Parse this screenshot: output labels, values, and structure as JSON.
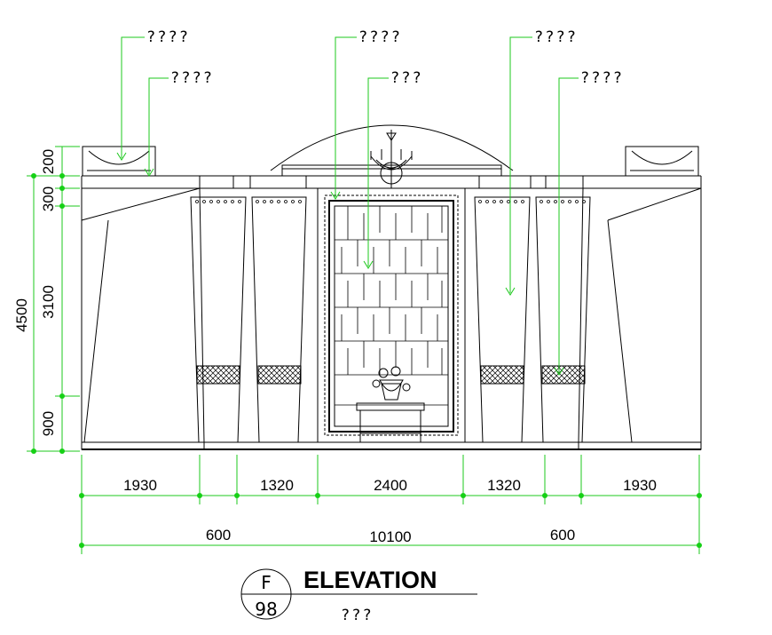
{
  "drawing": {
    "title": "ELEVATION",
    "subtitle": "???",
    "ref_top": "F",
    "ref_bottom": "98",
    "callouts": [
      "????",
      "????",
      "????",
      "???",
      "????",
      "????"
    ],
    "dims_horizontal_row1": [
      "1930",
      "1320",
      "2400",
      "1320",
      "1930"
    ],
    "dims_horizontal_row2_left": "600",
    "dims_horizontal_row2_total": "10100",
    "dims_horizontal_row2_right": "600",
    "dims_vertical_inner": [
      "200",
      "300",
      "3100",
      "900"
    ],
    "dims_vertical_total": "4500"
  },
  "colors": {
    "dimension_line": "#1ec81e",
    "line": "#000000",
    "background": "#ffffff"
  }
}
